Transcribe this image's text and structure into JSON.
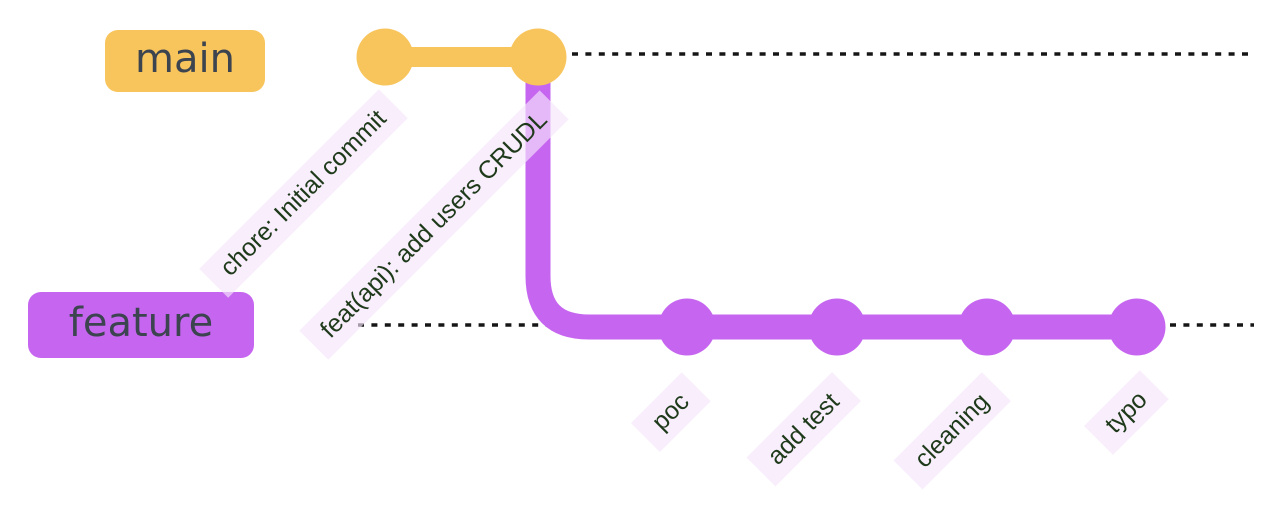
{
  "colors": {
    "main_branch": "#F8C45C",
    "feature_branch": "#C666F0",
    "label_bg": "rgba(246,231,250,0.65)",
    "message_text": "#1F3A1B",
    "branch_label_text": "#3C4450",
    "dotted_line": "#161616"
  },
  "branches": [
    {
      "id": "main",
      "label": "main"
    },
    {
      "id": "feature",
      "label": "feature"
    }
  ],
  "commits": {
    "main": [
      {
        "message": "chore: Initial commit"
      },
      {
        "message": "feat(api): add users CRUDL"
      }
    ],
    "feature": [
      {
        "message": "poc"
      },
      {
        "message": "add test"
      },
      {
        "message": "cleaning"
      },
      {
        "message": "typo"
      }
    ]
  }
}
